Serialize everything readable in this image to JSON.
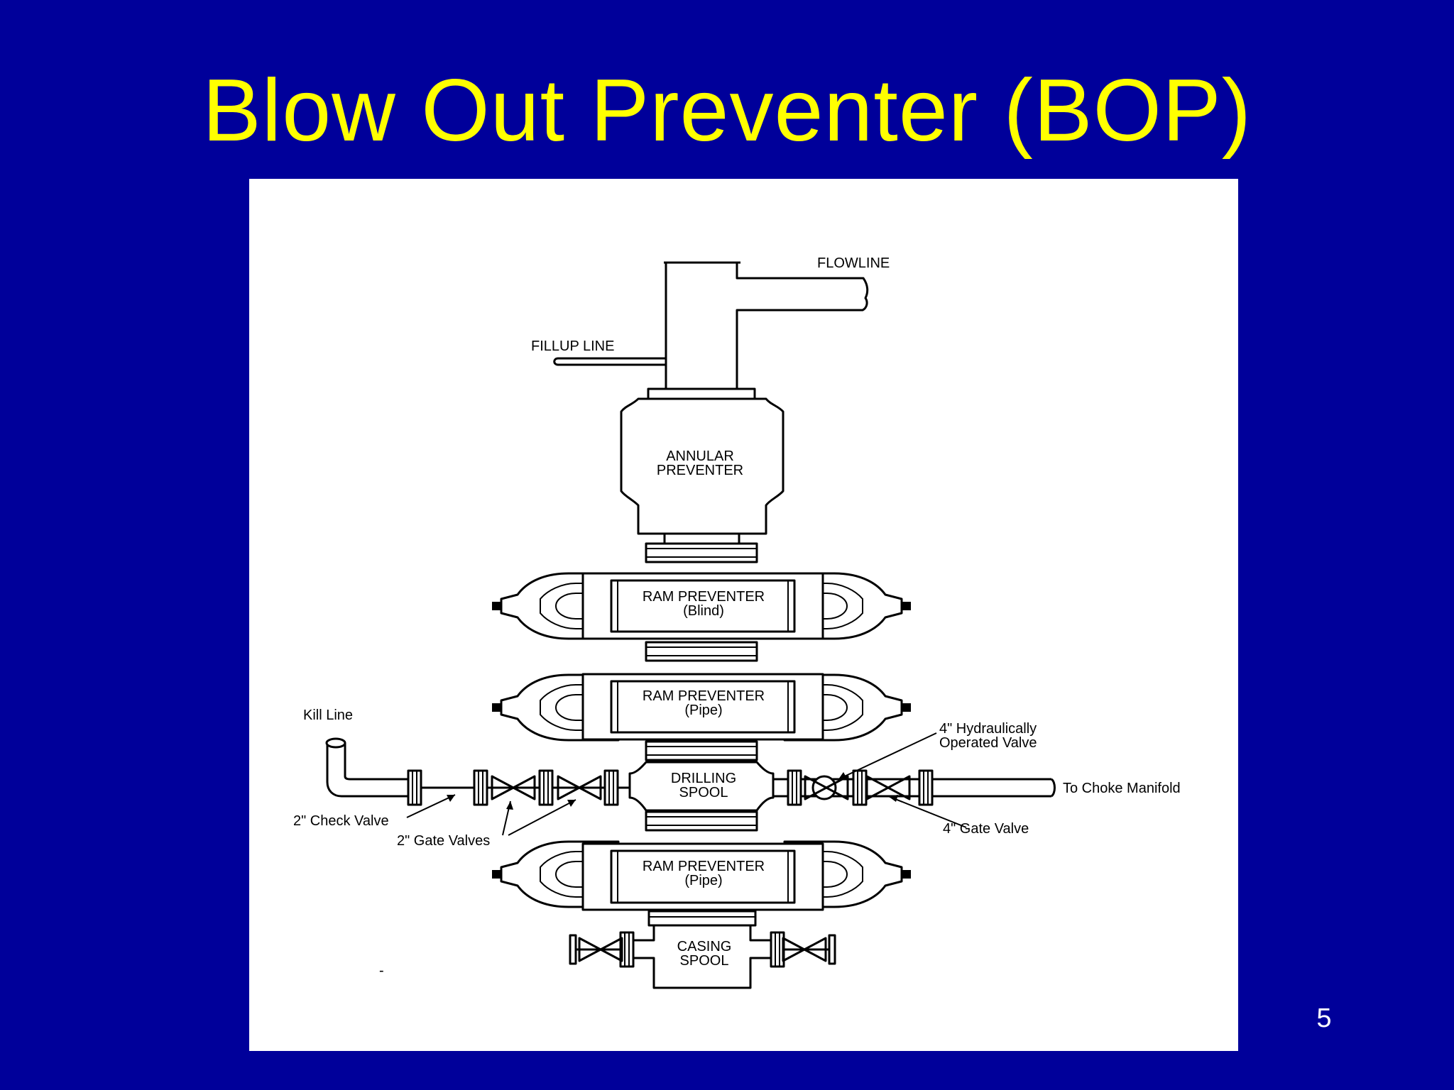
{
  "slide": {
    "title": "Blow Out Preventer (BOP)",
    "page_number": "5"
  },
  "diagram": {
    "labels": {
      "flowline": "FLOWLINE",
      "fillup_line": "FILLUP LINE",
      "annular_1": "ANNULAR",
      "annular_2": "PREVENTER",
      "ram1_1": "RAM PREVENTER",
      "ram1_2": "(Blind)",
      "ram2_1": "RAM PREVENTER",
      "ram2_2": "(Pipe)",
      "ram3_1": "RAM PREVENTER",
      "ram3_2": "(Pipe)",
      "drilling_1": "DRILLING",
      "drilling_2": "SPOOL",
      "casing_1": "CASING",
      "casing_2": "SPOOL",
      "kill_line": "Kill Line",
      "check_valve": "2\" Check Valve",
      "gate_valves": "2\" Gate Valves",
      "hydraulic_1": "4\" Hydraulically",
      "hydraulic_2": "Operated Valve",
      "gate_valve_4": "4\" Gate Valve",
      "to_choke": "To Choke Manifold"
    }
  }
}
